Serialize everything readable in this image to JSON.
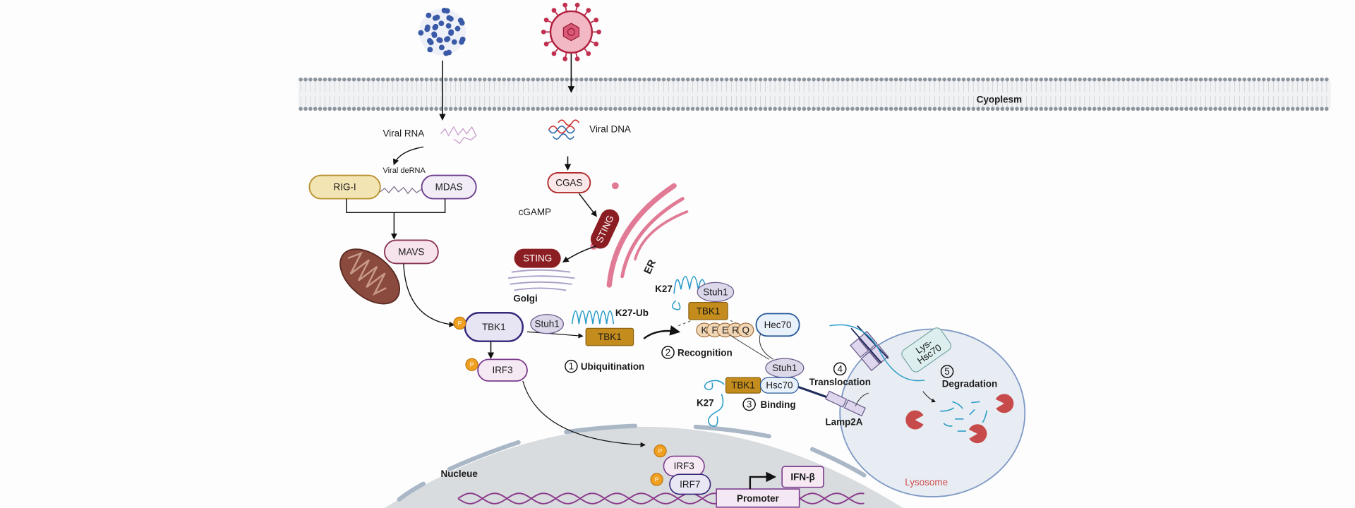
{
  "labels": {
    "cytoplasm": "Cyoplesm",
    "viral_rna": "Viral RNA",
    "viral_dsrna": "Viral deRNA",
    "viral_dna": "Viral DNA",
    "cgamp": "cGAMP",
    "er": "ER",
    "golgi": "Golgi",
    "k27_ub": "K27-Ub",
    "k27_top": "K27",
    "k27_bottom": "K27",
    "nucleus": "Nucleue",
    "lamp2a": "Lamp2A",
    "lysosome": "Lysosome"
  },
  "proteins": {
    "rig_i": "RIG-I",
    "mda5": "MDAS",
    "mavs": "MAVS",
    "tbk1": "TBK1",
    "irf3": "IRF3",
    "cgas": "CGAS",
    "sting_er": "STING",
    "sting_golgi": "STING",
    "stub1_a": "Stuh1",
    "tbk1_a": "TBK1",
    "stub1_b": "Stuh1",
    "tbk1_b": "TBK1",
    "kferq": [
      "K",
      "F",
      "E",
      "R",
      "Q"
    ],
    "hsc70_free": "Hec70",
    "stub1_c": "Stuh1",
    "tbk1_c": "TBK1",
    "hsc70_bound": "Hsc70",
    "lys_hsc70_line1": "Lys-",
    "lys_hsc70_line2": "Hsc70",
    "irf3_nuc": "IRF3",
    "irf7_nuc": "IRF7",
    "promoter": "Promoter",
    "ifn_b": "IFN-β",
    "phospho": "P"
  },
  "steps": [
    {
      "num": "1",
      "label": "Ubiquitination"
    },
    {
      "num": "2",
      "label": "Recognition"
    },
    {
      "num": "3",
      "label": "Binding"
    },
    {
      "num": "4",
      "label": "Translocation"
    },
    {
      "num": "5",
      "label": "Degradation"
    }
  ],
  "colors": {
    "rig_i_fill": "#f3e4b4",
    "rig_i_stroke": "#b8912f",
    "mda5_fill": "#f1ecf6",
    "mda5_stroke": "#6b3d8c",
    "mavs_fill": "#f6e3ec",
    "mavs_stroke": "#8a3352",
    "tbk1_fill": "#e7e5f3",
    "tbk1_stroke": "#35267a",
    "irf_stroke": "#7b3a8d",
    "sting": "#8b1e22",
    "tbk1_gold": "#c48c1c",
    "stub1": "#dcd8ea",
    "ubiquitin": "#2b9cc8",
    "hsc70_stroke": "#2a5b9c",
    "phospho": "#f0a020",
    "er": "#e07a95",
    "nucleus": "#d9dcdf",
    "lysosome": "#e8edf3",
    "pacman": "#c84b4b"
  }
}
